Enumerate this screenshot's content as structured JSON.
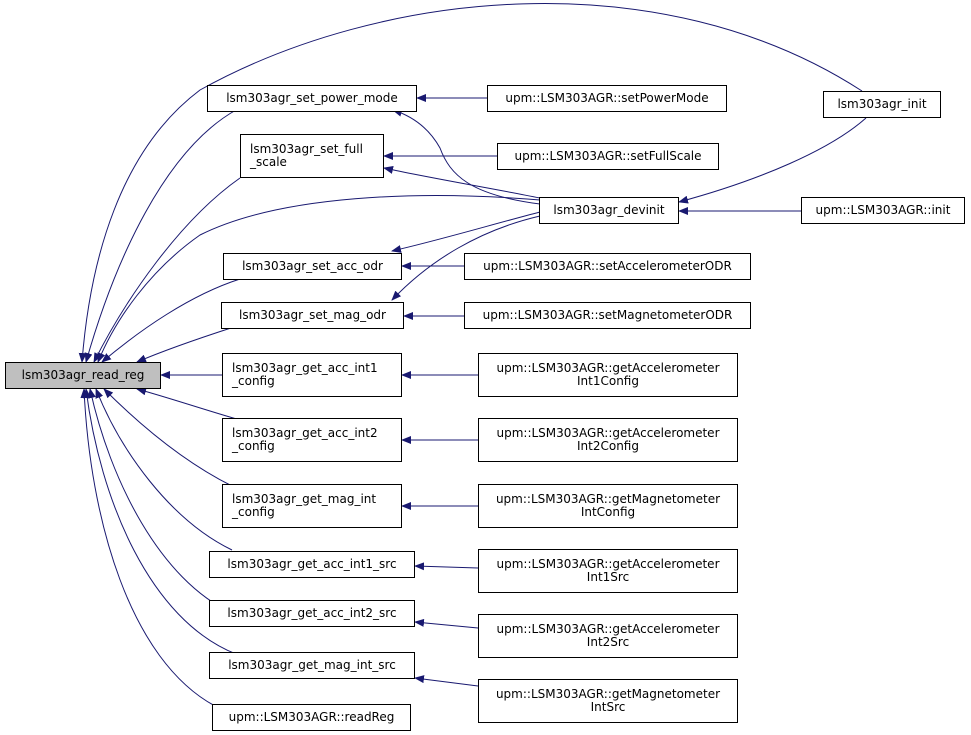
{
  "graph": {
    "edge_color": "#191970",
    "root_fill": "#bfbfbf",
    "nodes": {
      "read_reg": "lsm303agr_read_reg",
      "set_power_mode": "lsm303agr_set_power_mode",
      "set_full_scale": "lsm303agr_set_full\n_scale",
      "set_acc_odr": "lsm303agr_set_acc_odr",
      "set_mag_odr": "lsm303agr_set_mag_odr",
      "get_acc_int1_config": "lsm303agr_get_acc_int1\n_config",
      "get_acc_int2_config": "lsm303agr_get_acc_int2\n_config",
      "get_mag_int_config": "lsm303agr_get_mag_int\n_config",
      "get_acc_int1_src": "lsm303agr_get_acc_int1_src",
      "get_acc_int2_src": "lsm303agr_get_acc_int2_src",
      "get_mag_int_src": "lsm303agr_get_mag_int_src",
      "upm_readReg": "upm::LSM303AGR::readReg",
      "devinit": "lsm303agr_devinit",
      "init_fn": "lsm303agr_init",
      "upm_setPowerMode": "upm::LSM303AGR::setPowerMode",
      "upm_setFullScale": "upm::LSM303AGR::setFullScale",
      "upm_init": "upm::LSM303AGR::init",
      "upm_setAccelerometerODR": "upm::LSM303AGR::setAccelerometerODR",
      "upm_setMagnetometerODR": "upm::LSM303AGR::setMagnetometerODR",
      "upm_getAccelerometerInt1Config": "upm::LSM303AGR::getAccelerometer\nInt1Config",
      "upm_getAccelerometerInt2Config": "upm::LSM303AGR::getAccelerometer\nInt2Config",
      "upm_getMagnetometerIntConfig": "upm::LSM303AGR::getMagnetometer\nIntConfig",
      "upm_getAccelerometerInt1Src": "upm::LSM303AGR::getAccelerometer\nInt1Src",
      "upm_getAccelerometerInt2Src": "upm::LSM303AGR::getAccelerometer\nInt2Src",
      "upm_getMagnetometerIntSrc": "upm::LSM303AGR::getMagnetometer\nIntSrc"
    }
  }
}
